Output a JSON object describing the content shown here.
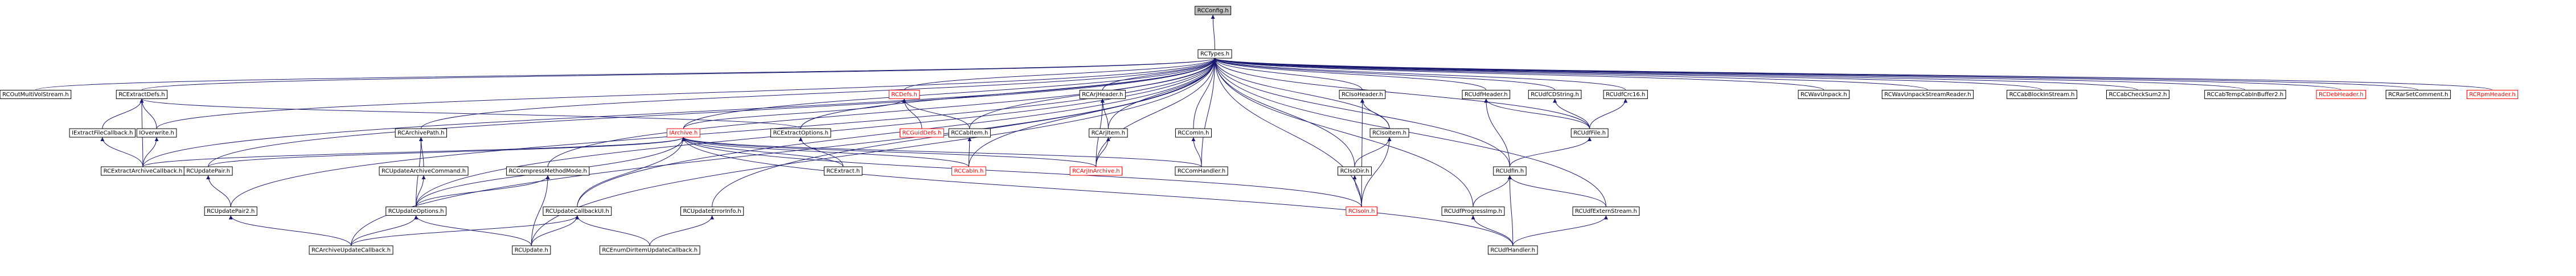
{
  "colors": {
    "edge": "#191970",
    "border_normal": "#000000",
    "border_link_missing": "#ff0000",
    "text_normal": "#000000",
    "text_link_missing": "#ff0000",
    "fill_normal": "#ffffff",
    "fill_root": "#bfbfbf"
  },
  "nodes": [
    {
      "id": "n_config",
      "label": "RCConfig.h",
      "style": "root"
    },
    {
      "id": "n_types",
      "label": "RCTypes.h",
      "style": "normal"
    },
    {
      "id": "n_outmulti",
      "label": "RCOutMultiVolStream.h",
      "style": "normal"
    },
    {
      "id": "n_extractdefs",
      "label": "RCExtractDefs.h",
      "style": "normal"
    },
    {
      "id": "n_extractfilecb",
      "label": "IExtractFileCallback.h",
      "style": "normal"
    },
    {
      "id": "n_ioverwrite",
      "label": "IOverwrite.h",
      "style": "normal"
    },
    {
      "id": "n_extractarchivecb",
      "label": "RCExtractArchiveCallback.h",
      "style": "normal"
    },
    {
      "id": "n_updatepair",
      "label": "RCUpdatePair.h",
      "style": "normal"
    },
    {
      "id": "n_updatepair2",
      "label": "RCUpdatePair2.h",
      "style": "normal"
    },
    {
      "id": "n_archivepath",
      "label": "RCArchivePath.h",
      "style": "normal"
    },
    {
      "id": "n_updatearchivecmd",
      "label": "RCUpdateArchiveCommand.h",
      "style": "normal"
    },
    {
      "id": "n_updateoptions",
      "label": "RCUpdateOptions.h",
      "style": "normal"
    },
    {
      "id": "n_compressmethodmode",
      "label": "RCCompressMethodMode.h",
      "style": "normal"
    },
    {
      "id": "n_iarchive",
      "label": "IArchive.h",
      "style": "missing"
    },
    {
      "id": "n_updatecallbackui",
      "label": "RCUpdateCallbackUI.h",
      "style": "normal"
    },
    {
      "id": "n_updateerrorinfo",
      "label": "RCUpdateErrorInfo.h",
      "style": "normal"
    },
    {
      "id": "n_archiveupdatecb",
      "label": "RCArchiveUpdateCallback.h",
      "style": "normal"
    },
    {
      "id": "n_update",
      "label": "RCUpdate.h",
      "style": "normal"
    },
    {
      "id": "n_enumdirupdatecb",
      "label": "RCEnumDirItemUpdateCallback.h",
      "style": "normal"
    },
    {
      "id": "n_extractoptions",
      "label": "RCExtractOptions.h",
      "style": "normal"
    },
    {
      "id": "n_extract",
      "label": "RCExtract.h",
      "style": "normal"
    },
    {
      "id": "n_defs",
      "label": "RCDefs.h",
      "style": "missing"
    },
    {
      "id": "n_guiddefs",
      "label": "RCGuidDefs.h",
      "style": "missing"
    },
    {
      "id": "n_cabitem",
      "label": "RCCabItem.h",
      "style": "normal"
    },
    {
      "id": "n_cabin",
      "label": "RCCabIn.h",
      "style": "missing"
    },
    {
      "id": "n_arjheader",
      "label": "RCArjHeader.h",
      "style": "normal"
    },
    {
      "id": "n_arjitem",
      "label": "RCArjItem.h",
      "style": "normal"
    },
    {
      "id": "n_arjinarchive",
      "label": "RCArjInArchive.h",
      "style": "missing"
    },
    {
      "id": "n_comin",
      "label": "RCComIn.h",
      "style": "normal"
    },
    {
      "id": "n_comhandler",
      "label": "RCComHandler.h",
      "style": "normal"
    },
    {
      "id": "n_isoheader",
      "label": "RCIsoHeader.h",
      "style": "normal"
    },
    {
      "id": "n_isoitem",
      "label": "RCIsoItem.h",
      "style": "normal"
    },
    {
      "id": "n_isodir",
      "label": "RCIsoDir.h",
      "style": "normal"
    },
    {
      "id": "n_isoin",
      "label": "RCIsoIn.h",
      "style": "missing"
    },
    {
      "id": "n_udfheader",
      "label": "RCUdfHeader.h",
      "style": "normal"
    },
    {
      "id": "n_udfcdstring",
      "label": "RCUdfCDString.h",
      "style": "normal"
    },
    {
      "id": "n_udfcrc16",
      "label": "RCUdfCrc16.h",
      "style": "normal"
    },
    {
      "id": "n_udffile",
      "label": "RCUdfFile.h",
      "style": "normal"
    },
    {
      "id": "n_udfin",
      "label": "RCUdfIn.h",
      "style": "normal"
    },
    {
      "id": "n_udfprogressimp",
      "label": "RCUdfProgressImp.h",
      "style": "normal"
    },
    {
      "id": "n_udfexternstream",
      "label": "RCUdfExternStream.h",
      "style": "normal"
    },
    {
      "id": "n_udfhandler",
      "label": "RCUdfHandler.h",
      "style": "normal"
    },
    {
      "id": "n_wavunpack",
      "label": "RCWavUnpack.h",
      "style": "normal"
    },
    {
      "id": "n_wavunpackstream",
      "label": "RCWavUnpackStreamReader.h",
      "style": "normal"
    },
    {
      "id": "n_cabblockin",
      "label": "RCCabBlockInStream.h",
      "style": "normal"
    },
    {
      "id": "n_cabchecksum",
      "label": "RCCabCheckSum2.h",
      "style": "normal"
    },
    {
      "id": "n_cabtempcabin",
      "label": "RCCabTempCabInBuffer2.h",
      "style": "normal"
    },
    {
      "id": "n_debheader",
      "label": "RCDebHeader.h",
      "style": "missing"
    },
    {
      "id": "n_rarsetcomment",
      "label": "RCRarSetComment.h",
      "style": "normal"
    },
    {
      "id": "n_rpmheader",
      "label": "RCRpmHeader.h",
      "style": "missing"
    }
  ],
  "edges": [
    [
      "n_config",
      "n_types"
    ],
    [
      "n_types",
      "n_outmulti"
    ],
    [
      "n_types",
      "n_extractdefs"
    ],
    [
      "n_types",
      "n_ioverwrite"
    ],
    [
      "n_types",
      "n_updatepair2"
    ],
    [
      "n_types",
      "n_archivepath"
    ],
    [
      "n_types",
      "n_compressmethodmode"
    ],
    [
      "n_types",
      "n_iarchive"
    ],
    [
      "n_types",
      "n_updatecallbackui"
    ],
    [
      "n_types",
      "n_updateerrorinfo"
    ],
    [
      "n_types",
      "n_extractoptions"
    ],
    [
      "n_types",
      "n_defs"
    ],
    [
      "n_types",
      "n_cabitem"
    ],
    [
      "n_types",
      "n_cabin"
    ],
    [
      "n_types",
      "n_arjheader"
    ],
    [
      "n_types",
      "n_arjitem"
    ],
    [
      "n_types",
      "n_comin"
    ],
    [
      "n_types",
      "n_comhandler"
    ],
    [
      "n_types",
      "n_isoheader"
    ],
    [
      "n_types",
      "n_isoitem"
    ],
    [
      "n_types",
      "n_isodir"
    ],
    [
      "n_types",
      "n_isoin"
    ],
    [
      "n_types",
      "n_udfheader"
    ],
    [
      "n_types",
      "n_udfcdstring"
    ],
    [
      "n_types",
      "n_udfcrc16"
    ],
    [
      "n_types",
      "n_udffile"
    ],
    [
      "n_types",
      "n_udfin"
    ],
    [
      "n_types",
      "n_udfprogressimp"
    ],
    [
      "n_types",
      "n_udfexternstream"
    ],
    [
      "n_types",
      "n_wavunpack"
    ],
    [
      "n_types",
      "n_wavunpackstream"
    ],
    [
      "n_types",
      "n_cabblockin"
    ],
    [
      "n_types",
      "n_cabchecksum"
    ],
    [
      "n_types",
      "n_cabtempcabin"
    ],
    [
      "n_types",
      "n_debheader"
    ],
    [
      "n_types",
      "n_rarsetcomment"
    ],
    [
      "n_types",
      "n_rpmheader"
    ],
    [
      "n_types",
      "n_extractarchivecb"
    ],
    [
      "n_types",
      "n_archiveupdatecb"
    ],
    [
      "n_types",
      "n_update"
    ],
    [
      "n_types",
      "n_updatepair"
    ],
    [
      "n_types",
      "n_updateoptions"
    ],
    [
      "n_types",
      "n_arjinarchive"
    ],
    [
      "n_extractdefs",
      "n_extractfilecb"
    ],
    [
      "n_extractdefs",
      "n_ioverwrite"
    ],
    [
      "n_extractdefs",
      "n_extractarchivecb"
    ],
    [
      "n_extractdefs",
      "n_extractoptions"
    ],
    [
      "n_extractfilecb",
      "n_extractarchivecb"
    ],
    [
      "n_ioverwrite",
      "n_extractarchivecb"
    ],
    [
      "n_updatepair",
      "n_updatepair2"
    ],
    [
      "n_updatepair2",
      "n_archiveupdatecb"
    ],
    [
      "n_archivepath",
      "n_updatearchivecmd"
    ],
    [
      "n_archivepath",
      "n_updateoptions"
    ],
    [
      "n_updatearchivecmd",
      "n_updateoptions"
    ],
    [
      "n_updateoptions",
      "n_archiveupdatecb"
    ],
    [
      "n_updateoptions",
      "n_update"
    ],
    [
      "n_compressmethodmode",
      "n_updateoptions"
    ],
    [
      "n_compressmethodmode",
      "n_update"
    ],
    [
      "n_iarchive",
      "n_extractarchivecb"
    ],
    [
      "n_iarchive",
      "n_updatepair"
    ],
    [
      "n_iarchive",
      "n_updatecallbackui"
    ],
    [
      "n_iarchive",
      "n_extract"
    ],
    [
      "n_iarchive",
      "n_cabin"
    ],
    [
      "n_iarchive",
      "n_arjinarchive"
    ],
    [
      "n_iarchive",
      "n_isoin"
    ],
    [
      "n_iarchive",
      "n_comhandler"
    ],
    [
      "n_iarchive",
      "n_udfhandler"
    ],
    [
      "n_iarchive",
      "n_updateoptions"
    ],
    [
      "n_updatecallbackui",
      "n_archiveupdatecb"
    ],
    [
      "n_updatecallbackui",
      "n_update"
    ],
    [
      "n_updatecallbackui",
      "n_enumdirupdatecb"
    ],
    [
      "n_updateerrorinfo",
      "n_enumdirupdatecb"
    ],
    [
      "n_extractoptions",
      "n_extract"
    ],
    [
      "n_defs",
      "n_guiddefs"
    ],
    [
      "n_defs",
      "n_cabitem"
    ],
    [
      "n_defs",
      "n_iarchive"
    ],
    [
      "n_cabitem",
      "n_cabin"
    ],
    [
      "n_arjheader",
      "n_arjitem"
    ],
    [
      "n_arjheader",
      "n_arjinarchive"
    ],
    [
      "n_arjitem",
      "n_arjinarchive"
    ],
    [
      "n_comin",
      "n_comhandler"
    ],
    [
      "n_isoheader",
      "n_isoitem"
    ],
    [
      "n_isoheader",
      "n_isoin"
    ],
    [
      "n_isoitem",
      "n_isodir"
    ],
    [
      "n_isoitem",
      "n_isoin"
    ],
    [
      "n_isodir",
      "n_isoin"
    ],
    [
      "n_udfheader",
      "n_udfin"
    ],
    [
      "n_udfheader",
      "n_udffile"
    ],
    [
      "n_udfcdstring",
      "n_udffile"
    ],
    [
      "n_udfcrc16",
      "n_udffile"
    ],
    [
      "n_udffile",
      "n_udfin"
    ],
    [
      "n_udfin",
      "n_udfprogressimp"
    ],
    [
      "n_udfin",
      "n_udfexternstream"
    ],
    [
      "n_udfin",
      "n_udfhandler"
    ],
    [
      "n_udfprogressimp",
      "n_udfhandler"
    ],
    [
      "n_udfexternstream",
      "n_udfhandler"
    ]
  ]
}
